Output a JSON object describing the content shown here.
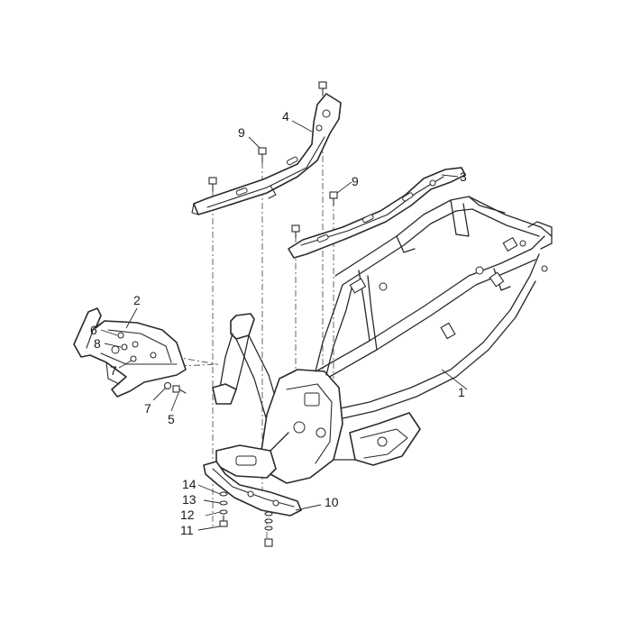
{
  "diagram": {
    "callouts": [
      {
        "id": "1",
        "label": "1"
      },
      {
        "id": "2",
        "label": "2"
      },
      {
        "id": "3",
        "label": "3"
      },
      {
        "id": "4",
        "label": "4"
      },
      {
        "id": "5",
        "label": "5"
      },
      {
        "id": "6",
        "label": "6"
      },
      {
        "id": "7a",
        "label": "7"
      },
      {
        "id": "7b",
        "label": "7"
      },
      {
        "id": "8",
        "label": "8"
      },
      {
        "id": "9a",
        "label": "9"
      },
      {
        "id": "9b",
        "label": "9"
      },
      {
        "id": "10",
        "label": "10"
      },
      {
        "id": "11",
        "label": "11"
      },
      {
        "id": "12",
        "label": "12"
      },
      {
        "id": "13",
        "label": "13"
      },
      {
        "id": "14",
        "label": "14"
      }
    ]
  }
}
